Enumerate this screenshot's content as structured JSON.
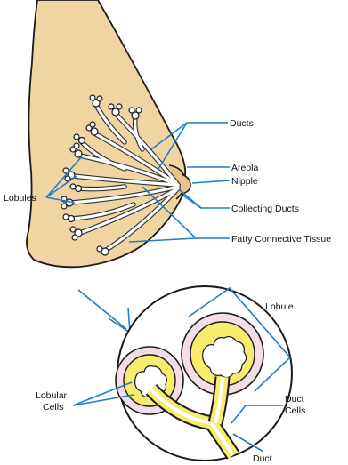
{
  "labels": {
    "ducts": "Ducts",
    "areola": "Areola",
    "nipple": "Nipple",
    "lobules": "Lobules",
    "collecting_ducts": "Collecting Ducts",
    "fatty_tissue": "Fatty Connective Tissue",
    "lobule": "Lobule",
    "lobular_cells_1": "Lobular",
    "lobular_cells_2": "Cells",
    "duct_cells_1": "Duct",
    "duct_cells_2": "Cells",
    "duct": "Duct"
  },
  "colors": {
    "skin": "#f0d4a2",
    "outline": "#1a1a1a",
    "leader": "#1d7fc8",
    "cell_yellow": "#f7ec6e",
    "lobule_pink": "#f4dde6",
    "duct_white": "#ffffff"
  }
}
